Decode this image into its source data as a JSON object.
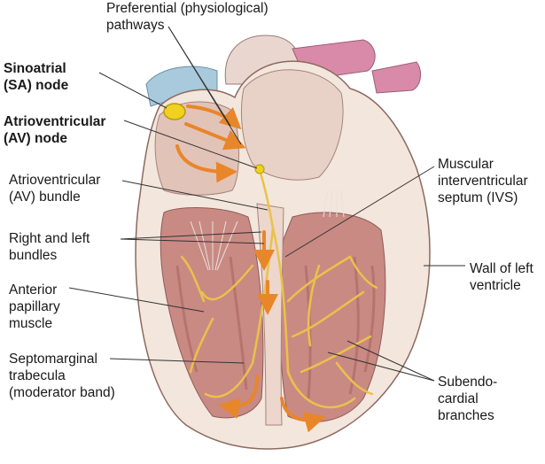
{
  "labels": {
    "preferential": [
      "Preferential (physiological)",
      "pathways"
    ],
    "sa_node": [
      "Sinoatrial",
      "(SA) node"
    ],
    "av_node": [
      "Atrioventricular",
      "(AV) node"
    ],
    "av_bundle": [
      "Atrioventricular",
      "(AV) bundle"
    ],
    "bundles": [
      "Right and left",
      "bundles"
    ],
    "papillary": [
      "Anterior",
      "papillary",
      "muscle"
    ],
    "septomarginal": [
      "Septomarginal",
      "trabecula",
      "(moderator band)"
    ],
    "ivs": [
      "Muscular",
      "interventricular",
      "septum (IVS)"
    ],
    "wall_lv": [
      "Wall of left",
      "ventricle"
    ],
    "subendocardial": [
      "Subendo-",
      "cardial",
      "branches"
    ]
  },
  "colors": {
    "myocardium": "#f3e6dc",
    "chamber": "#c98a84",
    "trabeculae": "#b06a66",
    "conduction": "#e9c24a",
    "arrow": "#e8862a",
    "vessel_blue": "#a9c9dd",
    "vessel_pink": "#d98aa8",
    "leader": "#333333"
  }
}
